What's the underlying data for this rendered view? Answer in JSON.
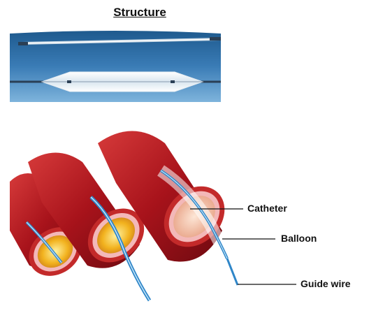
{
  "title": "Structure",
  "labels": {
    "catheter": "Catheter",
    "balloon": "Balloon",
    "guide_wire": "Guide wire"
  },
  "colors": {
    "panel_top": "#1f5f95",
    "panel_bottom": "#5d9ccc",
    "vessel": "#b4141c",
    "plaque": "#f0b21c",
    "wire": "#2f86c8"
  }
}
